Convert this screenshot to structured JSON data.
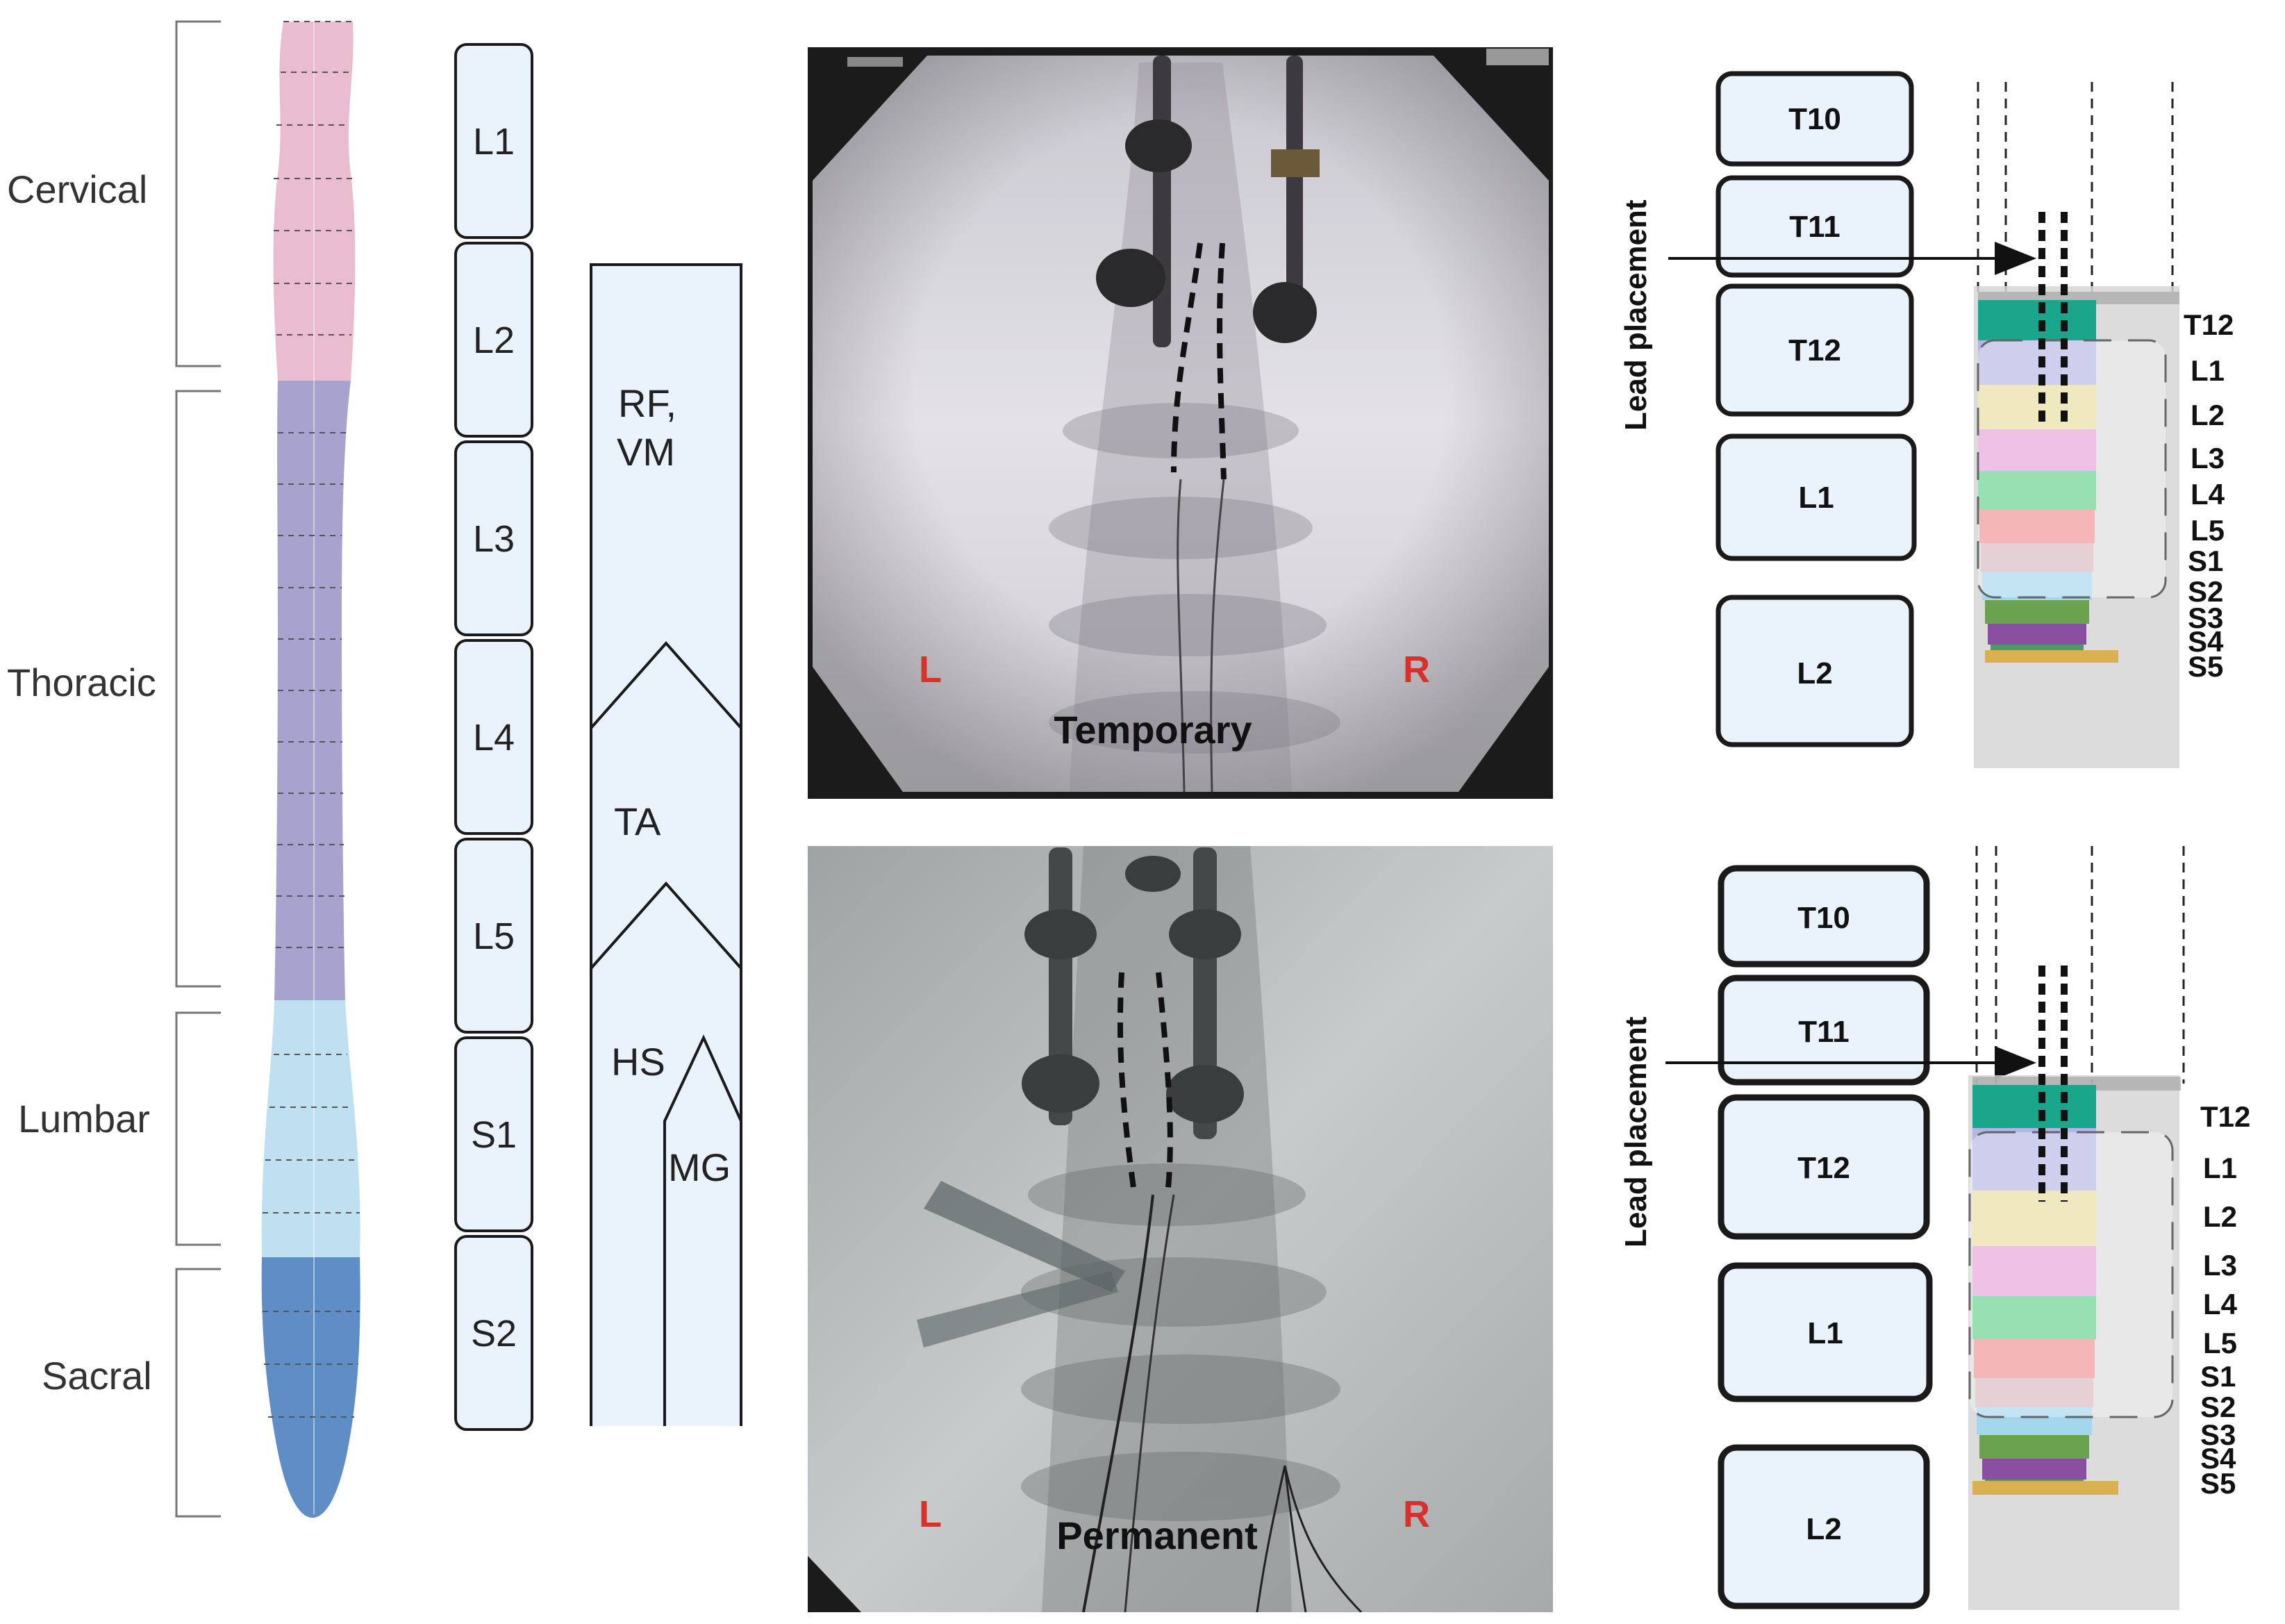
{
  "spine_regions": [
    {
      "label": "Cervical",
      "color": "#e9bcd0"
    },
    {
      "label": "Thoracic",
      "color": "#a7a2ce"
    },
    {
      "label": "Lumbar",
      "color": "#bfe0f1"
    },
    {
      "label": "Sacral",
      "color": "#5f8ec6"
    }
  ],
  "cord_segments": [
    "L1",
    "L2",
    "L3",
    "L4",
    "L5",
    "S1",
    "S2"
  ],
  "muscles": {
    "rf_line1": "RF,",
    "rf_line2": "VM",
    "ta": "TA",
    "hs": "HS",
    "mg": "MG"
  },
  "xrays": [
    {
      "caption": "Temporary",
      "left_label": "L",
      "right_label": "R"
    },
    {
      "caption": "Permanent",
      "left_label": "L",
      "right_label": "R"
    }
  ],
  "lead_panels": [
    {
      "title": "Lead placement",
      "vertebrae": [
        "T10",
        "T11",
        "T12",
        "L1",
        "L2"
      ],
      "levels": [
        "T12",
        "L1",
        "L2",
        "L3",
        "L4",
        "L5",
        "S1",
        "S2",
        "S3",
        "S4",
        "S5"
      ]
    },
    {
      "title": "Lead placement",
      "vertebrae": [
        "T10",
        "T11",
        "T12",
        "L1",
        "L2"
      ],
      "levels": [
        "T12",
        "L1",
        "L2",
        "L3",
        "L4",
        "L5",
        "S1",
        "S2",
        "S3",
        "S4",
        "S5"
      ]
    }
  ],
  "colors": {
    "box_fill": "#eaf3fc",
    "box_stroke": "#1a1a1a",
    "side_label": "#d8302a",
    "level_colors": [
      "#1aa68a",
      "#b3b5e4",
      "#e9dc9c",
      "#e8a0d9",
      "#5fcf88",
      "#ef8f8f",
      "#a4d6ec",
      "#6aa24e",
      "#8a4ea0",
      "#4a9a6a",
      "#d9b050"
    ]
  }
}
